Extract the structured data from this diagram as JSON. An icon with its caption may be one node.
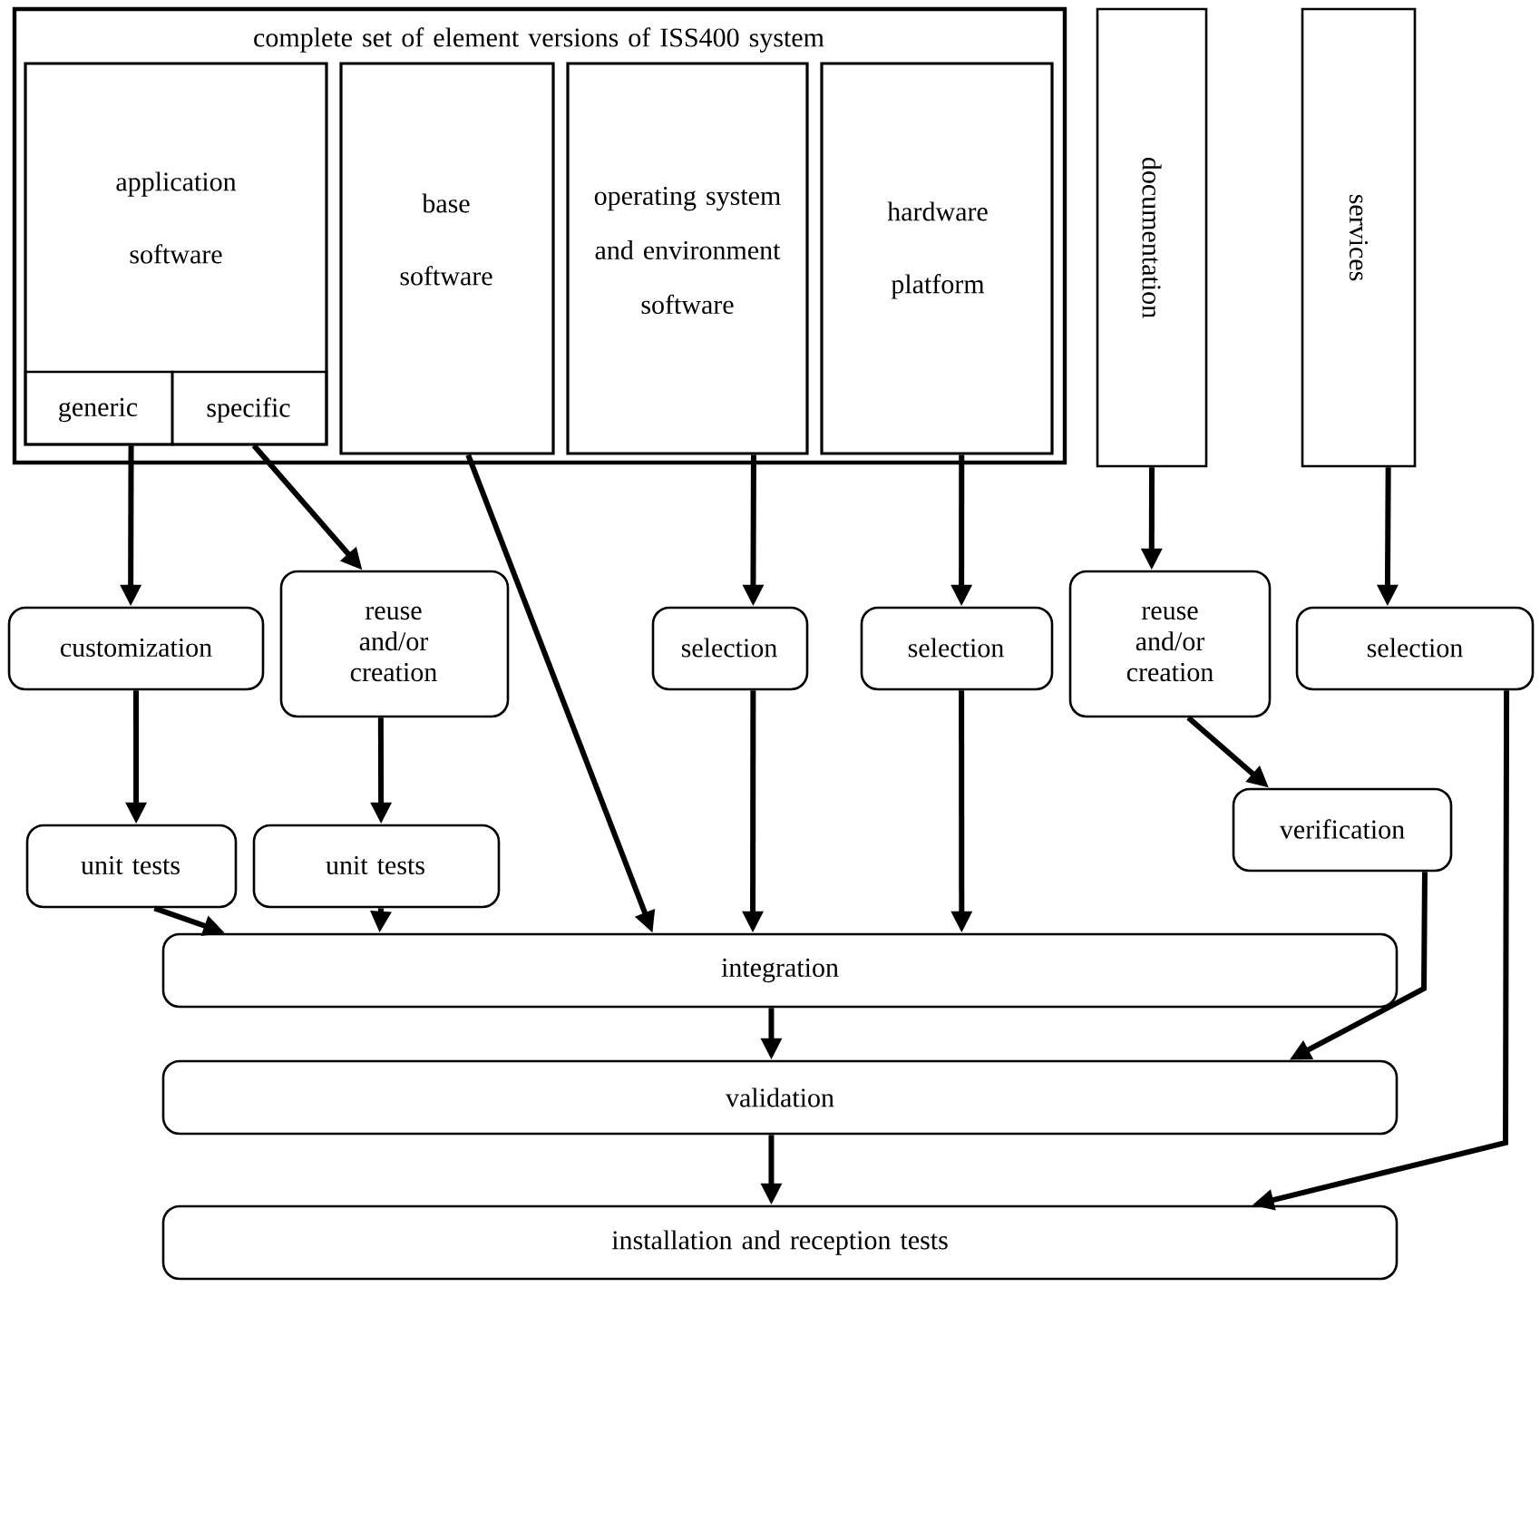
{
  "diagram": {
    "nodes": [
      {
        "text": [
          "complete set of element versions of ISS400 system"
        ]
      },
      {
        "text": [
          "application software"
        ],
        "in": 0
      },
      {
        "text": [
          "generic"
        ],
        "in": 1
      },
      {
        "text": [
          "specific"
        ],
        "in": 1
      },
      {
        "text": [
          "base software"
        ],
        "in": 0
      },
      {
        "text": [
          "operating system and environment software"
        ],
        "in": 0
      },
      {
        "text": [
          "hardware platform"
        ],
        "in": 0
      },
      {
        "text": [
          "documentation"
        ]
      },
      {
        "text": [
          "services"
        ]
      },
      {
        "text": [
          "customization"
        ]
      },
      {
        "text": [
          "reuse and/or creation"
        ]
      },
      {
        "text": [
          "selection"
        ]
      },
      {
        "text": [
          "selection"
        ]
      },
      {
        "text": [
          "reuse and/or creation"
        ]
      },
      {
        "text": [
          "selection"
        ]
      },
      {
        "text": [
          "unit tests"
        ]
      },
      {
        "text": [
          "unit tests"
        ]
      },
      {
        "text": [
          "verification"
        ]
      },
      {
        "text": [
          "integration"
        ]
      },
      {
        "text": [
          "validation"
        ]
      },
      {
        "text": [
          "installation and reception tests"
        ]
      }
    ],
    "edges": [
      {
        "from": 2,
        "to": 9,
        "arrow": "to"
      },
      {
        "from": 3,
        "to": 10,
        "arrow": "to"
      },
      {
        "from": 4,
        "to": 18,
        "arrow": "to"
      },
      {
        "from": 5,
        "to": 11,
        "arrow": "to"
      },
      {
        "from": 6,
        "to": 12,
        "arrow": "to"
      },
      {
        "from": 7,
        "to": 13,
        "arrow": "to"
      },
      {
        "from": 8,
        "to": 14,
        "arrow": "to"
      },
      {
        "from": 9,
        "to": 15,
        "arrow": "to"
      },
      {
        "from": 10,
        "to": 16,
        "arrow": "to"
      },
      {
        "from": 11,
        "to": 18,
        "arrow": "to"
      },
      {
        "from": 12,
        "to": 18,
        "arrow": "to"
      },
      {
        "from": 13,
        "to": 17,
        "arrow": "to"
      },
      {
        "from": 15,
        "to": 18,
        "arrow": "to"
      },
      {
        "from": 16,
        "to": 18,
        "arrow": "to"
      },
      {
        "from": 17,
        "to": 19,
        "arrow": "to"
      },
      {
        "from": 18,
        "to": 19,
        "arrow": "to"
      },
      {
        "from": 19,
        "to": 20,
        "arrow": "to"
      },
      {
        "from": 14,
        "to": 20,
        "arrow": "to"
      }
    ]
  }
}
